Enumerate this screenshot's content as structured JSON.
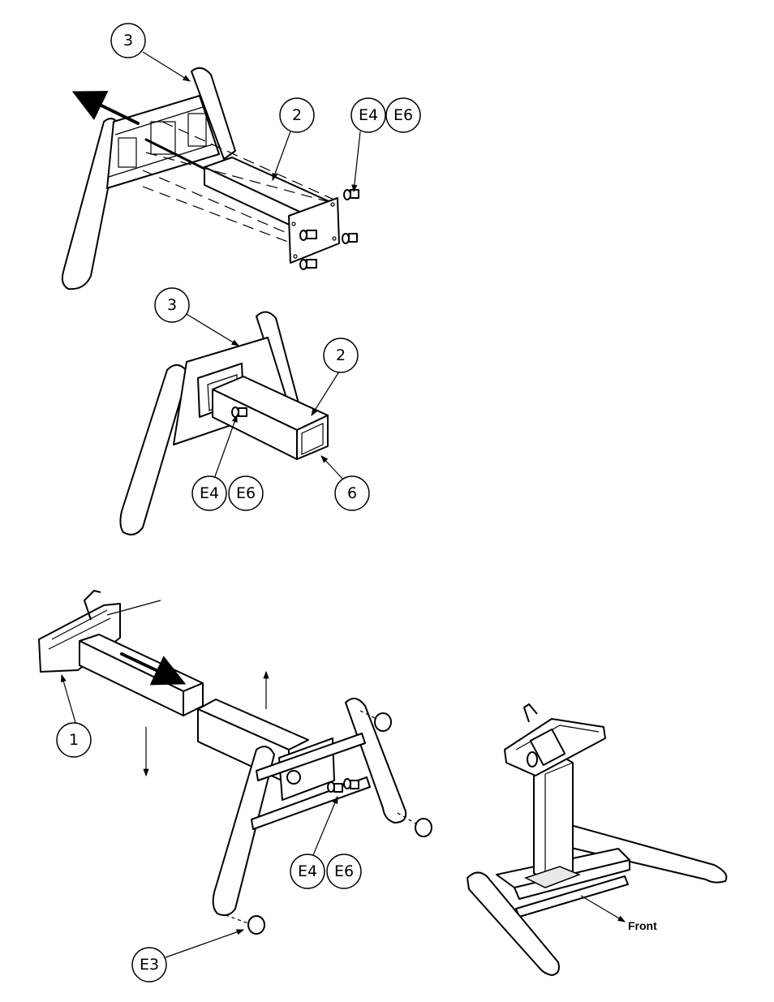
{
  "callouts": {
    "step1_part3": "3",
    "step1_part2": "2",
    "step1_e4": "E4",
    "step1_e6": "E6",
    "step2_part3": "3",
    "step2_part2": "2",
    "step2_e4": "E4",
    "step2_e6": "E6",
    "step2_part6": "6",
    "step3_part1": "1",
    "step3_e4": "E4",
    "step3_e6": "E6",
    "step3_e3": "E3"
  },
  "final_view": {
    "front_label": "Front"
  }
}
